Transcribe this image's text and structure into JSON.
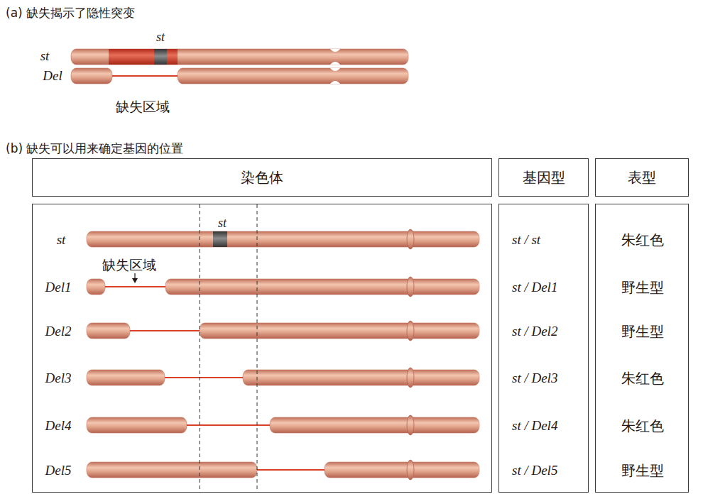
{
  "diagram": {
    "nodes": [
      {
        "text": [
          "染色体"
        ]
      },
      {
        "text": [
          "基因型"
        ]
      },
      {
        "text": [
          "表型"
        ]
      },
      {
        "text": [
          "st",
          "st",
          "缺失区域",
          "Del1",
          "Del2",
          "Del3",
          "Del4",
          "Del5"
        ]
      },
      {
        "text": [
          "st / st",
          "st / Del1",
          "st / Del2",
          "st / Del3",
          "st / Del4",
          "st / Del5"
        ]
      },
      {
        "text": [
          "朱红色",
          "野生型",
          "野生型",
          "朱红色",
          "朱红色",
          "野生型"
        ]
      }
    ],
    "labels": [
      "(a) 缺失揭示了隐性突变",
      "st",
      "st",
      "Del",
      "缺失区域",
      "(b) 缺失可以用来确定基因的位置"
    ]
  }
}
